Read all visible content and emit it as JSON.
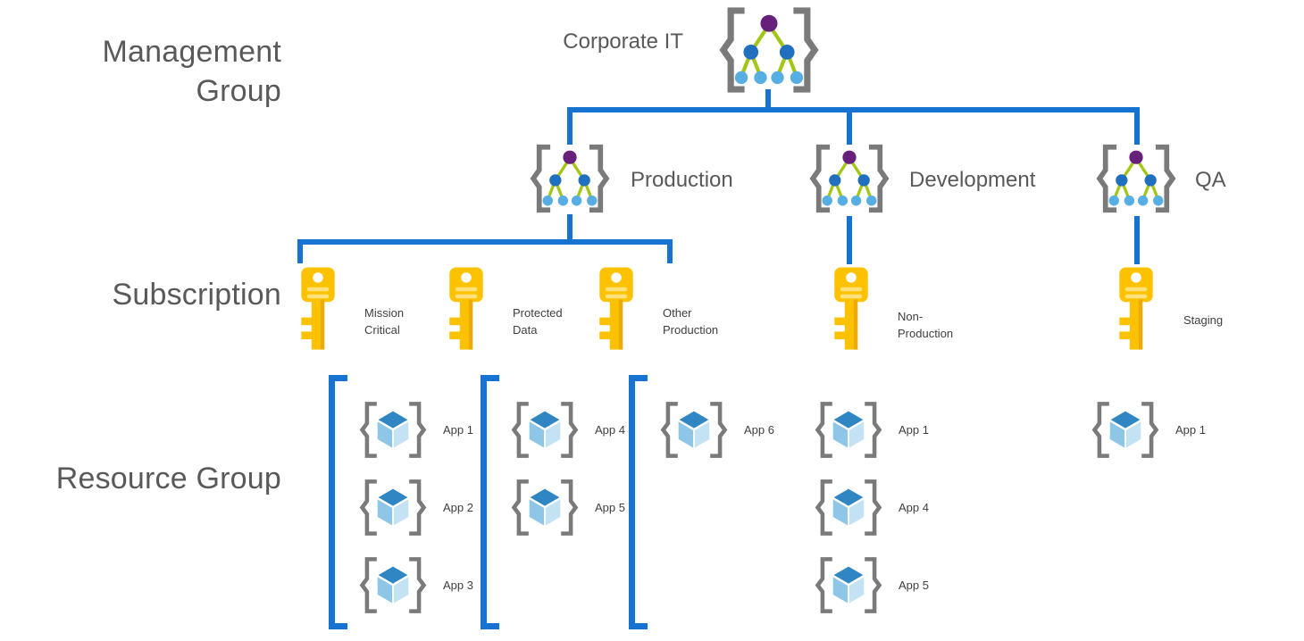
{
  "colors": {
    "connector_blue": "#1673d1",
    "label_gray": "#595959",
    "key_yellow": "#fcc200",
    "bracket_gray": "#7a7a7a",
    "cube_blue_dark": "#2f86c3",
    "node_purple": "#68217a",
    "node_blue": "#2170c0",
    "node_light_blue": "#56aee2"
  },
  "row_labels": {
    "management_group": {
      "line1": "Management",
      "line2": "Group"
    },
    "subscription": "Subscription",
    "resource_group": "Resource Group"
  },
  "root": {
    "label": "Corporate IT"
  },
  "management_groups": [
    {
      "label": "Production"
    },
    {
      "label": "Development"
    },
    {
      "label": "QA"
    }
  ],
  "subscriptions": [
    {
      "line1": "Mission",
      "line2": "Critical"
    },
    {
      "line1": "Protected",
      "line2": "Data"
    },
    {
      "line1": "Other",
      "line2": "Production"
    },
    {
      "line1": "Non-",
      "line2": "Production"
    },
    {
      "line1": "Staging",
      "line2": ""
    }
  ],
  "resource_groups": {
    "mission_critical": [
      "App 1",
      "App 2",
      "App 3"
    ],
    "protected_data": [
      "App 4",
      "App 5"
    ],
    "other_production": [
      "App 6"
    ],
    "non_production": [
      "App 1",
      "App 4",
      "App 5"
    ],
    "staging": [
      "App 1"
    ]
  }
}
